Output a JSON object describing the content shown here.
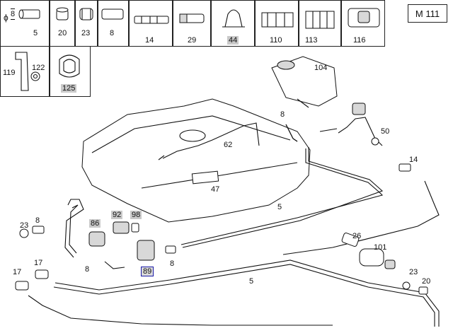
{
  "engine_label": "M 111",
  "diameter_symbol": "ϕ",
  "legend": {
    "diameter_value": "8",
    "row1": [
      {
        "label": "5"
      },
      {
        "label": "20"
      },
      {
        "label": "23"
      },
      {
        "label": "8"
      },
      {
        "label": "14"
      },
      {
        "label": "29"
      },
      {
        "label": "44",
        "highlight": true
      },
      {
        "label": "110"
      },
      {
        "label": "113"
      },
      {
        "label": "116"
      }
    ],
    "row2": [
      {
        "label": "119"
      },
      {
        "label": "122"
      },
      {
        "label": "125",
        "highlight": true
      }
    ]
  },
  "callouts": {
    "c104": "104",
    "c8_top": "8",
    "c50": "50",
    "c62": "62",
    "c14": "14",
    "c47": "47",
    "c5_mid": "5",
    "c23_left": "23",
    "c8_left": "8",
    "c86": "86",
    "c92": "92",
    "c98": "98",
    "c26": "26",
    "c101": "101",
    "c8_a": "8",
    "c8_b": "8",
    "c89": "89",
    "c17_a": "17",
    "c17_b": "17",
    "c5_low": "5",
    "c23_right": "23",
    "c20_right": "20"
  },
  "colors": {
    "highlight_fill": "#c9c9c9",
    "selected_border": "#1a1aa8"
  }
}
